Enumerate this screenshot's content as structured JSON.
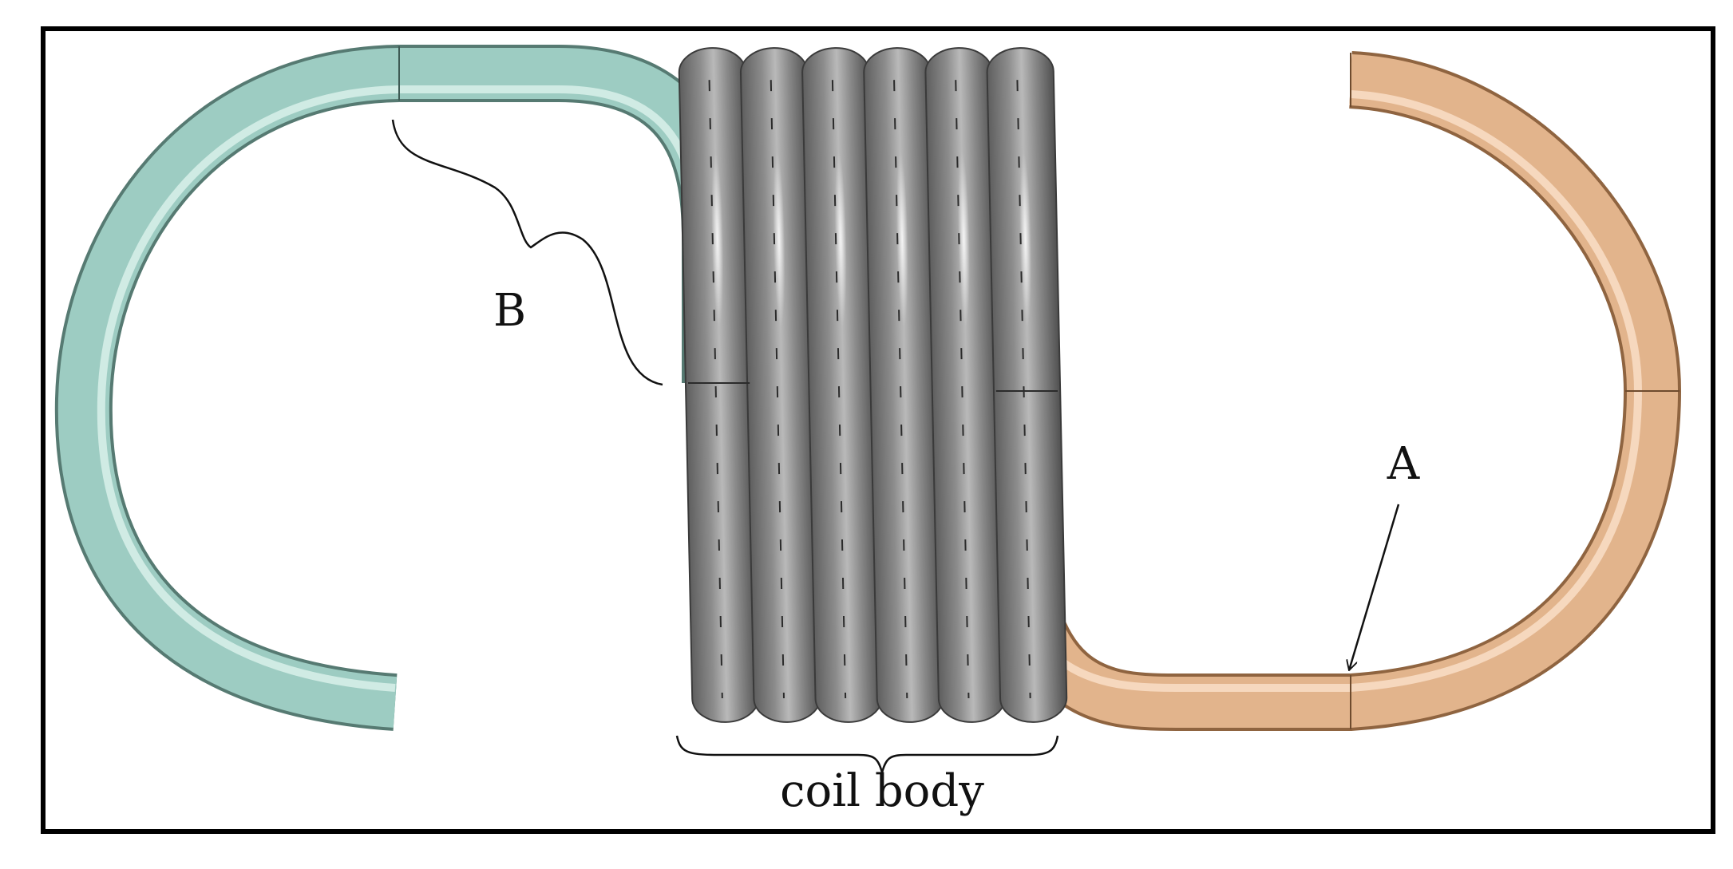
{
  "labels": {
    "hook_b": "B",
    "hook_a": "A",
    "coil_body": "coil body"
  },
  "colors": {
    "left_hook": "#9dccc2",
    "right_hook": "#e2b48c",
    "coil": "#8f8f8f",
    "frame": "#000000"
  },
  "coil": {
    "turns": 6
  }
}
